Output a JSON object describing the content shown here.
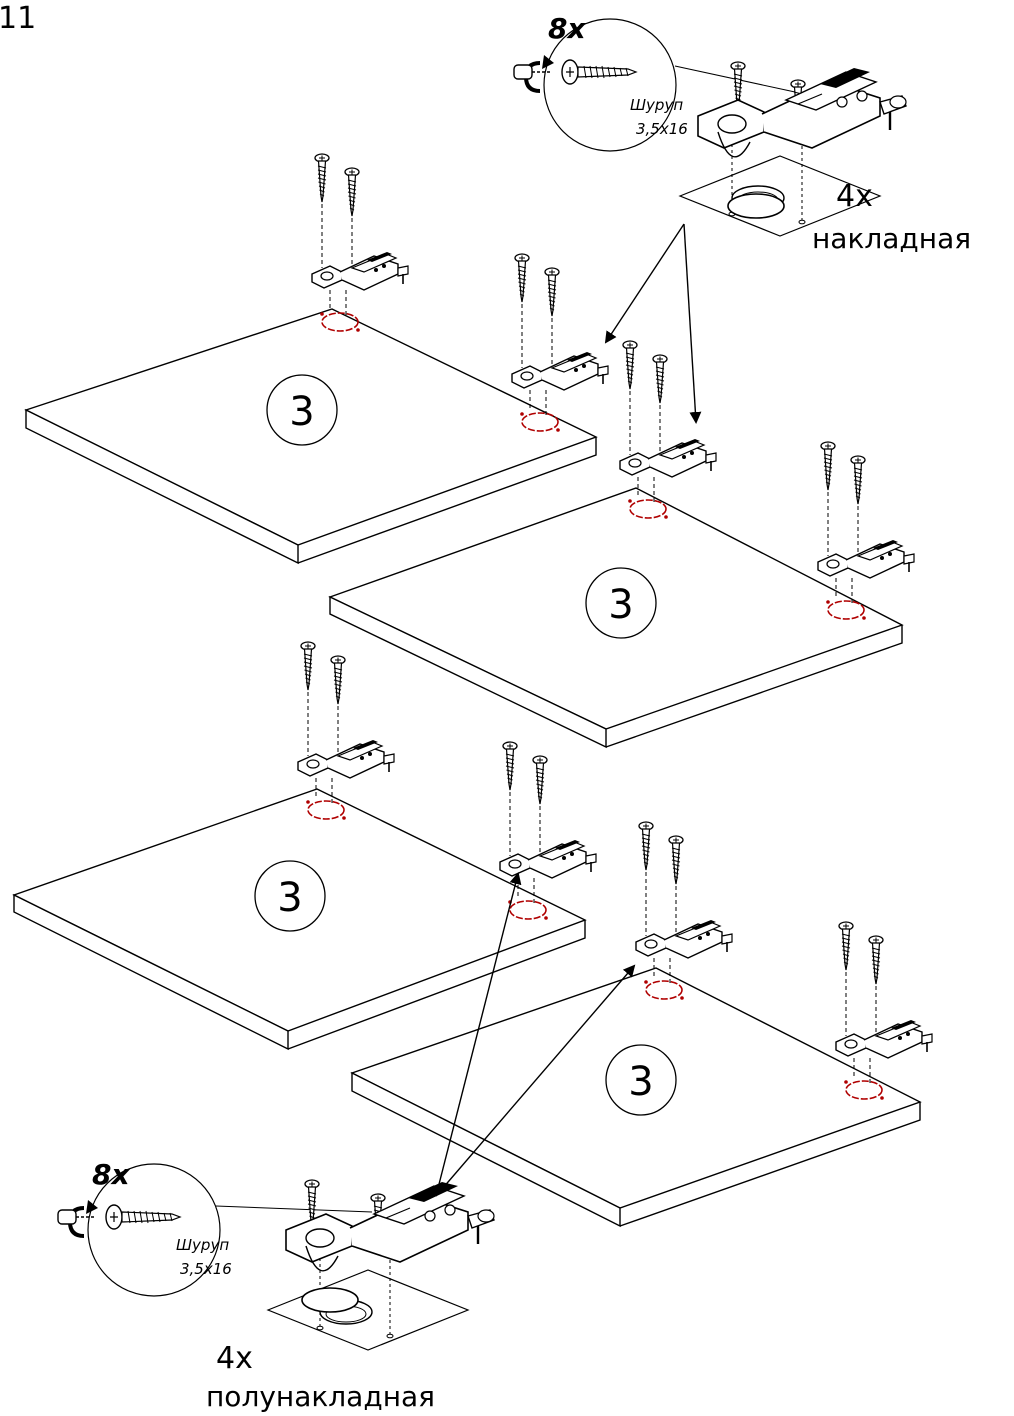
{
  "step_number": "11",
  "panel_number": "3",
  "overlay_group": {
    "quantity": "4x",
    "hinge_type": "накладная"
  },
  "halfoverlay_group": {
    "quantity": "4x",
    "hinge_type": "полунакладная"
  },
  "screw_detail": {
    "count": "8x",
    "name": "Шуруп",
    "size": "3,5x16"
  },
  "colors": {
    "line": "#000000",
    "hinge_cup_hole": "#b00000",
    "panel_fill": "#ffffff"
  }
}
